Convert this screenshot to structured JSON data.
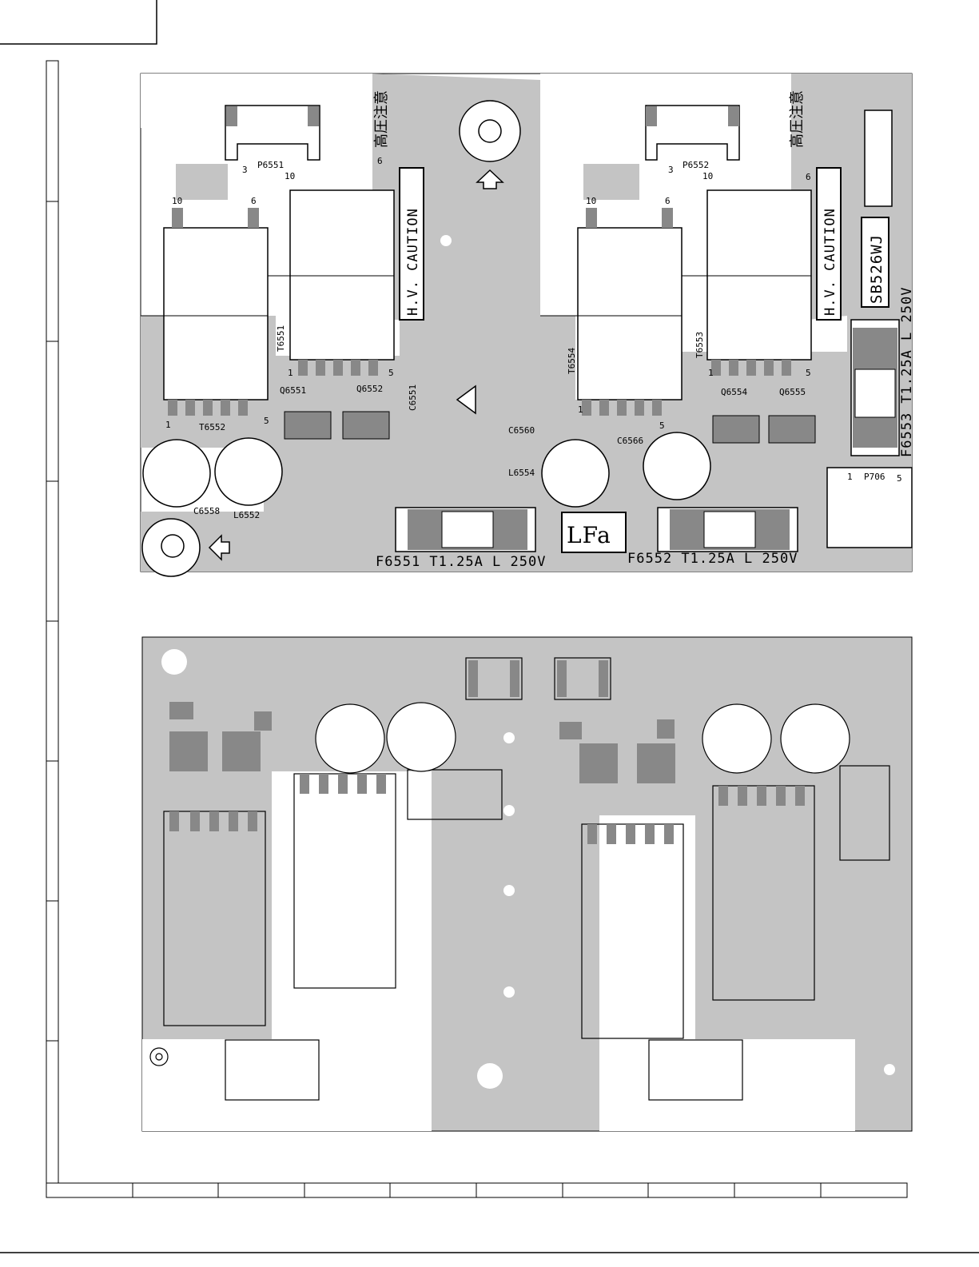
{
  "top_board": {
    "connectors": {
      "p6551": "P6551",
      "p6552": "P6552",
      "p706": "P706"
    },
    "transformers": {
      "t6551": "T6551",
      "t6552": "T6552",
      "t6553": "T6553",
      "t6554": "T6554"
    },
    "transistors": {
      "q6551": "Q6551",
      "q6552": "Q6552",
      "q6554": "Q6554",
      "q6555": "Q6555"
    },
    "capacitors": {
      "c6551": "C6551",
      "c6558": "C6558",
      "c6560": "C6560",
      "c6566": "C6566"
    },
    "inductors": {
      "l6552": "L6552",
      "l6554": "L6554"
    },
    "fuses": {
      "f6551": "F6551 T1.25A L 250V",
      "f6552": "F6552 T1.25A L 250V",
      "f6553": "F6553 T1.25A L 250V"
    },
    "caution": "H.V. CAUTION",
    "caution_cjk": "高圧注意",
    "board_id": "SB526WJ",
    "lf_mark": "LFa",
    "pins": {
      "p1": "1",
      "p3": "3",
      "p5": "5",
      "p6": "6",
      "p10": "10"
    }
  }
}
